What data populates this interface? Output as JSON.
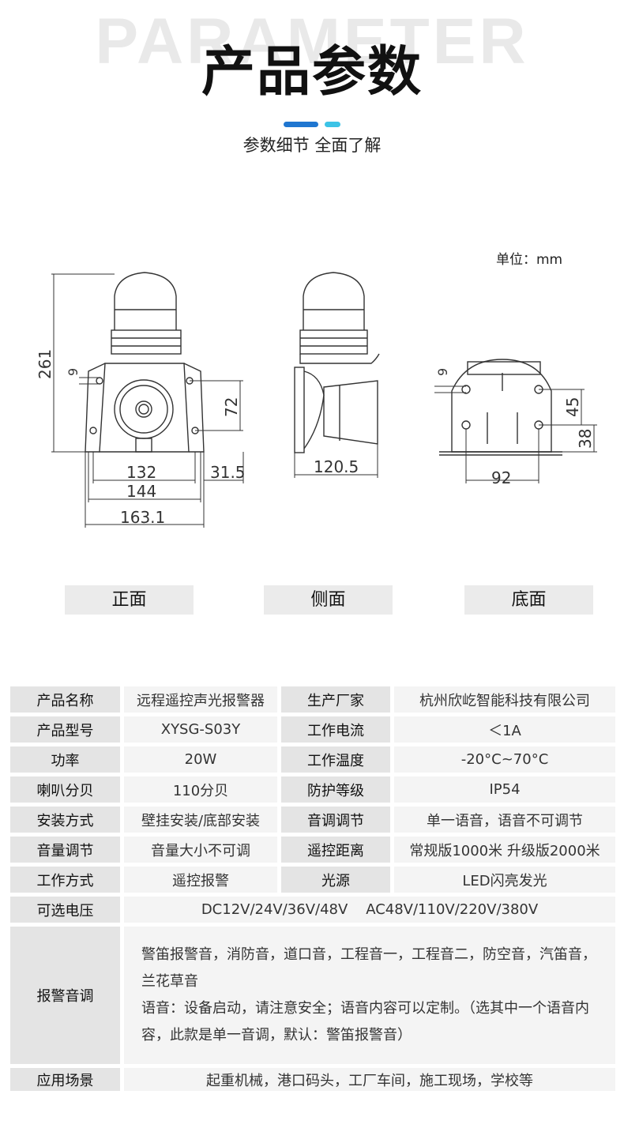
{
  "header": {
    "watermark": "PARAMETER",
    "title": "产品参数",
    "subtitle": "参数细节 全面了解",
    "accent_colors": [
      "#1f76d0",
      "#3cc3e6"
    ]
  },
  "drawing": {
    "unit": "单位：mm",
    "front_dims": [
      "261",
      "9",
      "72",
      "132",
      "144",
      "31.5",
      "163.1"
    ],
    "side_dims": [
      "120.5"
    ],
    "bottom_dims": [
      "9",
      "45",
      "38",
      "92"
    ],
    "views": [
      "正面",
      "侧面",
      "底面"
    ]
  },
  "specs": {
    "rows": [
      {
        "l1": "产品名称",
        "v1": "远程遥控声光报警器",
        "l2": "生产厂家",
        "v2": "杭州欣屹智能科技有限公司"
      },
      {
        "l1": "产品型号",
        "v1": "XYSG-S03Y",
        "l2": "工作电流",
        "v2": "＜1A"
      },
      {
        "l1": "功率",
        "v1": "20W",
        "l2": "工作温度",
        "v2": "-20°C~70°C"
      },
      {
        "l1": "喇叭分贝",
        "v1": "110分贝",
        "l2": "防护等级",
        "v2": "IP54"
      },
      {
        "l1": "安装方式",
        "v1": "壁挂安装/底部安装",
        "l2": "音调调节",
        "v2": "单一语音，语音不可调节"
      },
      {
        "l1": "音量调节",
        "v1": "音量大小不可调",
        "l2": "遥控距离",
        "v2": "常规版1000米 升级版2000米"
      },
      {
        "l1": "工作方式",
        "v1": "遥控报警",
        "l2": "光源",
        "v2": "LED闪亮发光"
      }
    ],
    "voltage": {
      "label": "可选电压",
      "value": "DC12V/24V/36V/48V    AC48V/110V/220V/380V"
    },
    "tones": {
      "label": "报警音调",
      "line1": "警笛报警音，消防音，道口音，工程音一，工程音二，防空音，汽笛音，兰花草音",
      "line2": "语音：设备启动，请注意安全；语音内容可以定制。（选其中一个语音内容，此款是单一音调，默认：警笛报警音）"
    },
    "usage": {
      "label": "应用场景",
      "value": "起重机械，港口码头，工厂车间，施工现场，学校等"
    }
  }
}
